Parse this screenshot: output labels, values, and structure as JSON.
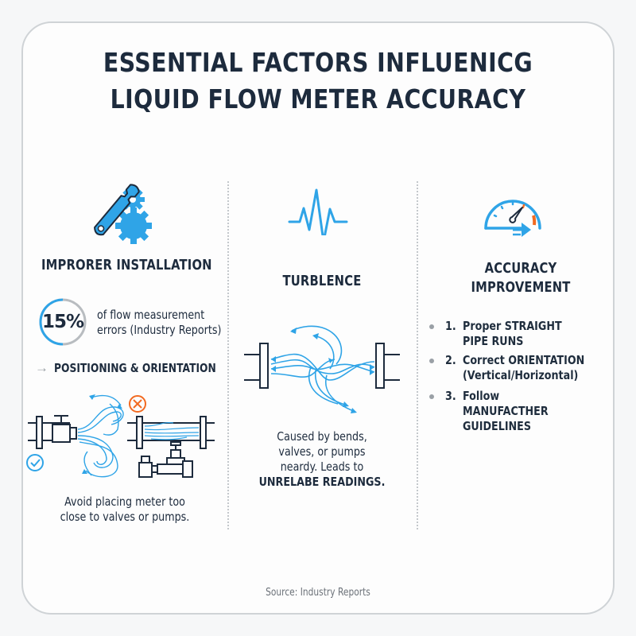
{
  "title": {
    "line1": "ESSENTIAL FACTORS INFLUENICG",
    "line2": "LIQUID FLOW METER ACCURACY"
  },
  "colors": {
    "accent_blue": "#2fa4e7",
    "dark_navy": "#1d2b3d",
    "warning_orange": "#f26a21",
    "divider_gray": "#c4c8cc",
    "card_border": "#cfd3d6"
  },
  "columns": [
    {
      "icon": "wrench-gear-icon",
      "heading": "IMPRORER INSTALLATION",
      "stat": {
        "value": "15%",
        "description_line1": "of flow measurement",
        "description_line2": "errors (Industry Reports)"
      },
      "subheading_arrow": "→",
      "subheading": "POSITIONING & ORIENTATION",
      "illustration": {
        "good_icon": "check-circle-icon",
        "bad_icon": "x-circle-icon"
      },
      "caption_line1": "Avoid placing meter too",
      "caption_line2": "close to valves or pumps."
    },
    {
      "icon": "waveform-icon",
      "heading": "TURBLENCE",
      "illustration": "turbulent-pipe-flow-icon",
      "caption_line1": "Caused by bends,",
      "caption_line2": "valves, or pumps",
      "caption_line3": "neardy. Leads to",
      "caption_line4": "UNRELABE READINGS."
    },
    {
      "icon": "speedometer-arrow-icon",
      "heading_line1": "ACCURACY",
      "heading_line2": "IMPROVEMENT",
      "items": [
        {
          "number": "1.",
          "line1": "Proper STRAIGHT",
          "line2": "PIPE RUNS"
        },
        {
          "number": "2.",
          "line1": "Correct ORIENTATION",
          "line2": "(Vertical/Horizontal)"
        },
        {
          "number": "3.",
          "line1": "Follow",
          "line2": "MANUFACTHER",
          "line3": "GUIDELINES"
        }
      ]
    }
  ],
  "source": "Source: Industry Reports"
}
